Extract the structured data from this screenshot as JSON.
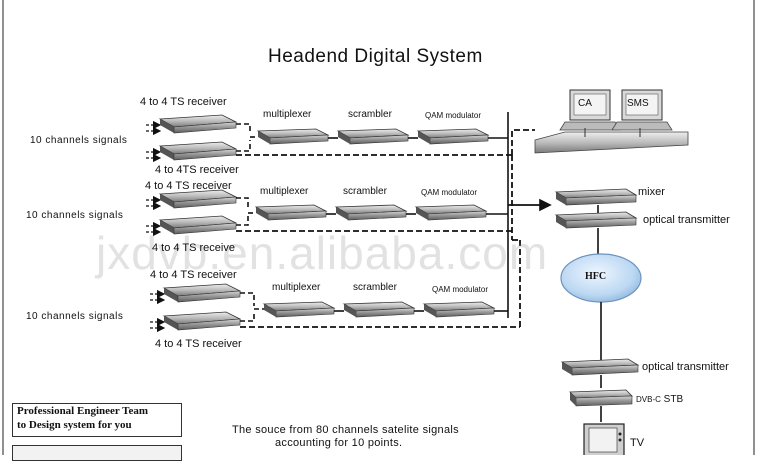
{
  "title": "Headend  Digital System",
  "watermark": "jxdvb.en.alibaba.com",
  "groups": [
    {
      "signal_label": "10 channels signals",
      "receiver_top_label": "4 to 4 TS receiver",
      "receiver_bottom_label": "4 to 4TS receiver",
      "multiplexer_label": "multiplexer",
      "scrambler_label": "scrambler",
      "qam_label": "QAM modulator"
    },
    {
      "signal_label": "10 channels signals",
      "receiver_top_label": "4 to 4 TS receiver",
      "receiver_bottom_label": "4 to 4 TS receive",
      "multiplexer_label": "multiplexer",
      "scrambler_label": "scrambler",
      "qam_label": "QAM modulator"
    },
    {
      "signal_label": "10 channels signals",
      "receiver_top_label": "4 to 4 TS receiver",
      "receiver_bottom_label": "4 to 4 TS receiver",
      "multiplexer_label": "multiplexer",
      "scrambler_label": "scrambler",
      "qam_label": "QAM modulator"
    }
  ],
  "right_chain": {
    "ca_label": "CA",
    "sms_label": "SMS",
    "mixer_label": "mixer",
    "optical_transmitter_label": "optical transmitter",
    "hfc_label": "HFC",
    "optical_transmitter_2_label": "optical transmitter",
    "stb_label": "DVB-C STB",
    "stb_small_label": "DVB-C",
    "stb_word": "STB",
    "tv_label": "TV"
  },
  "footer": {
    "note_line1": "The souce from 80 channels satelite signals",
    "note_line2": "accounting for 10 points.",
    "badge_line1": "Professional Engineer Team",
    "badge_line2": "to Design system for you"
  }
}
